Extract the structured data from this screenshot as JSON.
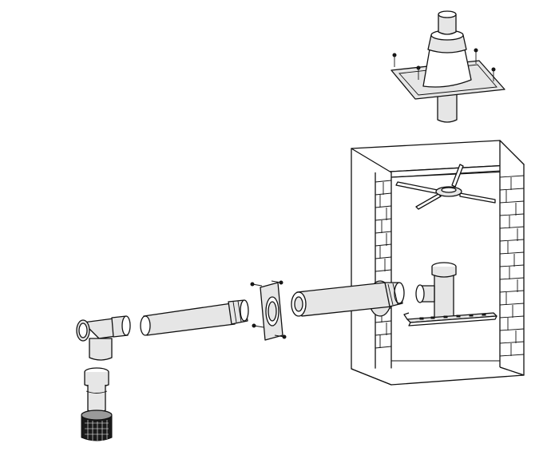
{
  "diagram": {
    "kind": "exploded-assembly",
    "colors": {
      "stroke": "#111111",
      "fill": "#ffffff",
      "shade": "#e6e6e6",
      "dark": "#1a1a1a"
    },
    "parts": [
      {
        "id": "roof-terminal",
        "icon": "roof-flashing-terminal"
      },
      {
        "id": "chimney-shaft",
        "icon": "brick-chimney-section"
      },
      {
        "id": "spacer-spider",
        "icon": "centering-spider"
      },
      {
        "id": "support-tee",
        "icon": "tee-pipe"
      },
      {
        "id": "support-bracket",
        "icon": "wall-bracket"
      },
      {
        "id": "horizontal-pipe-wall",
        "icon": "concentric-pipe"
      },
      {
        "id": "wall-plate",
        "icon": "wall-rosette-plate"
      },
      {
        "id": "horizontal-pipe",
        "icon": "concentric-pipe"
      },
      {
        "id": "boiler-tee",
        "icon": "tee-connector"
      },
      {
        "id": "condensate-pipe",
        "icon": "vertical-pipe"
      },
      {
        "id": "drain-cap",
        "icon": "grid-cap"
      }
    ]
  }
}
